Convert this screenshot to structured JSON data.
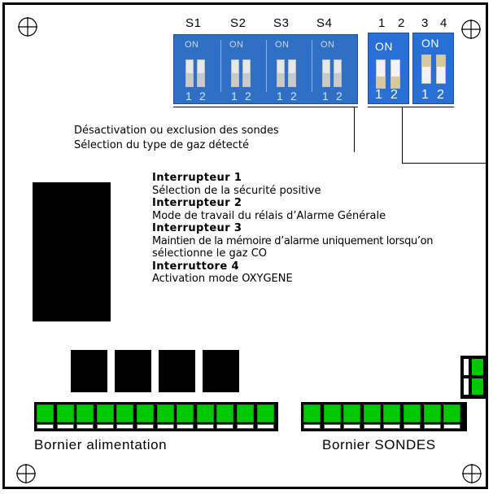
{
  "dip_bank_1": {
    "switch_labels": [
      "S1",
      "S2",
      "S3",
      "S4"
    ],
    "on_text": "ON",
    "position_numbers": [
      "1",
      "2"
    ]
  },
  "dip_bank_2": {
    "switch_labels": [
      "1",
      "2",
      "3",
      "4"
    ],
    "on_text": "ON",
    "position_numbers": [
      "1",
      "2"
    ]
  },
  "descriptions": {
    "line1": "Désactivation ou exclusion des sondes",
    "line2": "Sélection du type de gaz détecté"
  },
  "switches": [
    {
      "title": "Interrupteur  1",
      "text": [
        "Sélection de la sécurité positive"
      ]
    },
    {
      "title": "Interrupteur  2",
      "text": [
        "Mode de travail du rélais d’Alarme Générale"
      ]
    },
    {
      "title": "Interrupteur  3",
      "text": [
        "Maintien de la mémoire d’alarme uniquement lorsqu’on",
        "sélectionne le gaz CO"
      ]
    },
    {
      "title": "Interruttore  4",
      "text": [
        "Activation mode OXYGENE"
      ]
    }
  ],
  "terminals": {
    "power_label": "Bornier alimentation",
    "sensors_label": "Bornier SONDES"
  },
  "colors": {
    "dip_blue": "#2f6fc4",
    "terminal_green": "#00c800",
    "frame": "#000000"
  },
  "icons": [
    "crosshair-icon",
    "crosshair-icon",
    "crosshair-icon",
    "crosshair-icon"
  ]
}
